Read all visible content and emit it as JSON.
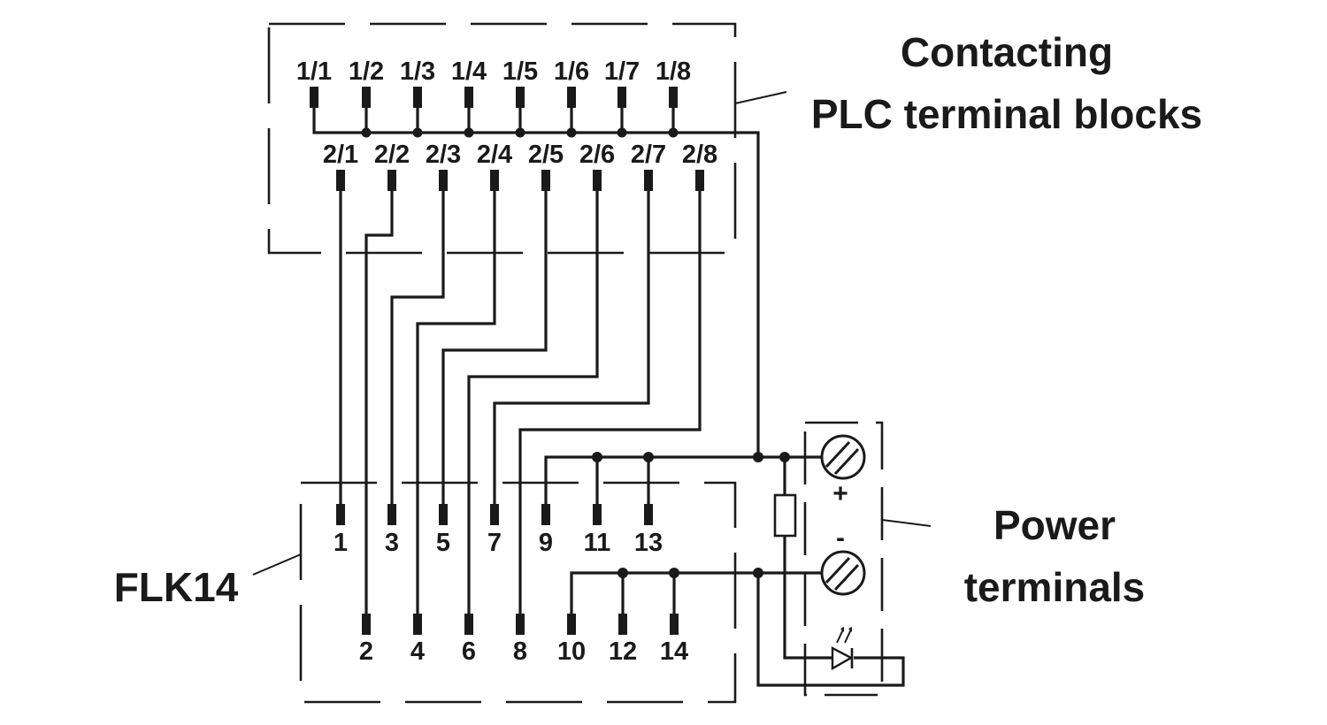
{
  "plc": {
    "title_line1": "Contacting",
    "title_line2": "PLC terminal blocks",
    "row1_labels": [
      "1/1",
      "1/2",
      "1/3",
      "1/4",
      "1/5",
      "1/6",
      "1/7",
      "1/8"
    ],
    "row2_labels": [
      "2/1",
      "2/2",
      "2/3",
      "2/4",
      "2/5",
      "2/6",
      "2/7",
      "2/8"
    ]
  },
  "flk": {
    "title": "FLK14",
    "odd_labels": [
      "1",
      "3",
      "5",
      "7",
      "9",
      "11",
      "13"
    ],
    "even_labels": [
      "2",
      "4",
      "6",
      "8",
      "10",
      "12",
      "14"
    ]
  },
  "power": {
    "title_line1": "Power",
    "title_line2": "terminals",
    "plus_label": "+",
    "minus_label": "-"
  }
}
